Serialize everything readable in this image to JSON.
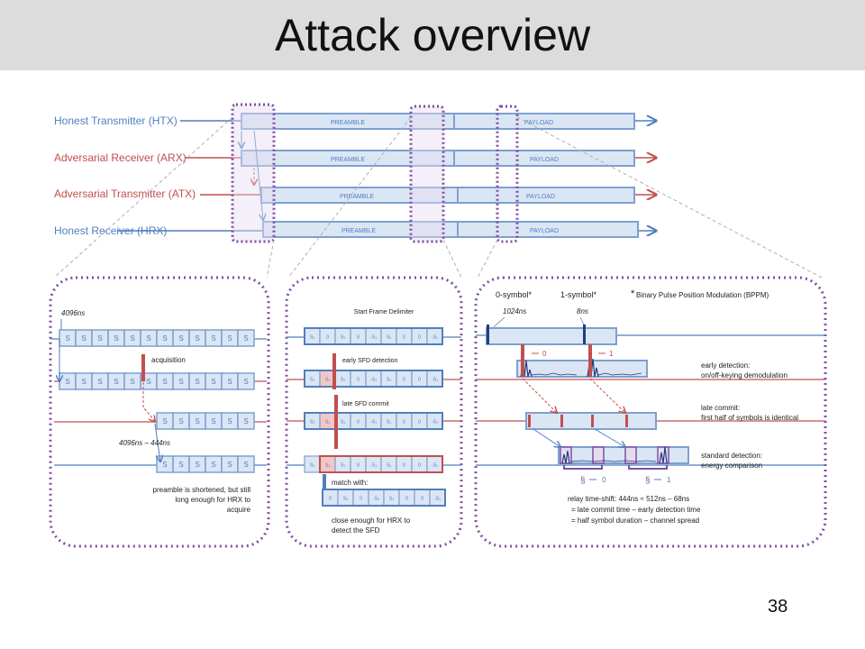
{
  "slide": {
    "title": "Attack overview",
    "page_number": "38"
  },
  "colors": {
    "honest": "#4f7fc0",
    "adversarial": "#c0504d",
    "dotted": "#7f4fa6",
    "fill": "#dbe6f5",
    "dark": "#1f3e7a"
  },
  "timeline": {
    "rows": [
      {
        "label": "Honest Transmitter (HTX)",
        "preamble": "PREAMBLE",
        "payload": "PAYLOAD",
        "role": "honest"
      },
      {
        "label": "Adversarial Receiver (ARX)",
        "preamble": "PREAMBLE",
        "payload": "PAYLOAD",
        "role": "adversarial"
      },
      {
        "label": "Adversarial Transmitter (ATX)",
        "preamble": "PREAMBLE",
        "payload": "PAYLOAD",
        "role": "adversarial"
      },
      {
        "label": "Honest Receiver (HRX)",
        "preamble": "PREAMBLE",
        "payload": "PAYLOAD",
        "role": "honest"
      }
    ]
  },
  "panel_left": {
    "duration_top": "4096ns",
    "symbol": "S",
    "acquisition": "acquisition",
    "duration_bottom": "4096ns – 444ns",
    "note": [
      "preamble is shortened, but still",
      "long enough for HRX to",
      "acquire"
    ]
  },
  "panel_mid": {
    "title": "Start Frame Delimiter",
    "row1": [
      "S₁",
      "0",
      "S₁",
      "0",
      "-S₁",
      "S₁",
      "0",
      "0",
      "-S₁"
    ],
    "row2": [
      "S₁",
      "S₁",
      "S₁",
      "0",
      "-S₁",
      "S₁",
      "0",
      "0",
      "-S₁"
    ],
    "row3": [
      "S₁",
      "S₁",
      "S₁",
      "0",
      "-S₁",
      "S₁",
      "0",
      "0",
      "-S₁"
    ],
    "row4": [
      "S₁",
      "S₁",
      "S₁",
      "0",
      "-S₁",
      "S₁",
      "0",
      "0",
      "-S₁"
    ],
    "row5": [
      "0",
      "S₁",
      "0",
      "-S₁",
      "S₁",
      "0",
      "0",
      "-S₁"
    ],
    "early": "early SFD detection",
    "late": "late SFD commit",
    "match": "match with:",
    "note": [
      "close enough for HRX to",
      "detect the SFD"
    ]
  },
  "panel_right": {
    "symbol0": "0-symbol*",
    "symbol1": "1-symbol*",
    "bppm_star": "*",
    "bppm": "Binary Pulse Position Modulation (BPPM)",
    "d1024": "1024ns",
    "d8": "8ns",
    "bit0": "0",
    "bit1": "1",
    "early_detection": [
      "early detection:",
      "on/off-keying demodulation"
    ],
    "late_commit": [
      "late commit:",
      "first half of symbols is identical"
    ],
    "standard": [
      "standard detection:",
      "energy comparison"
    ],
    "relay": [
      "relay time-shift: 444ns ≈ 512ns – 68ns",
      "= late commit time – early detection time",
      "= half symbol duration – channel spread"
    ]
  }
}
